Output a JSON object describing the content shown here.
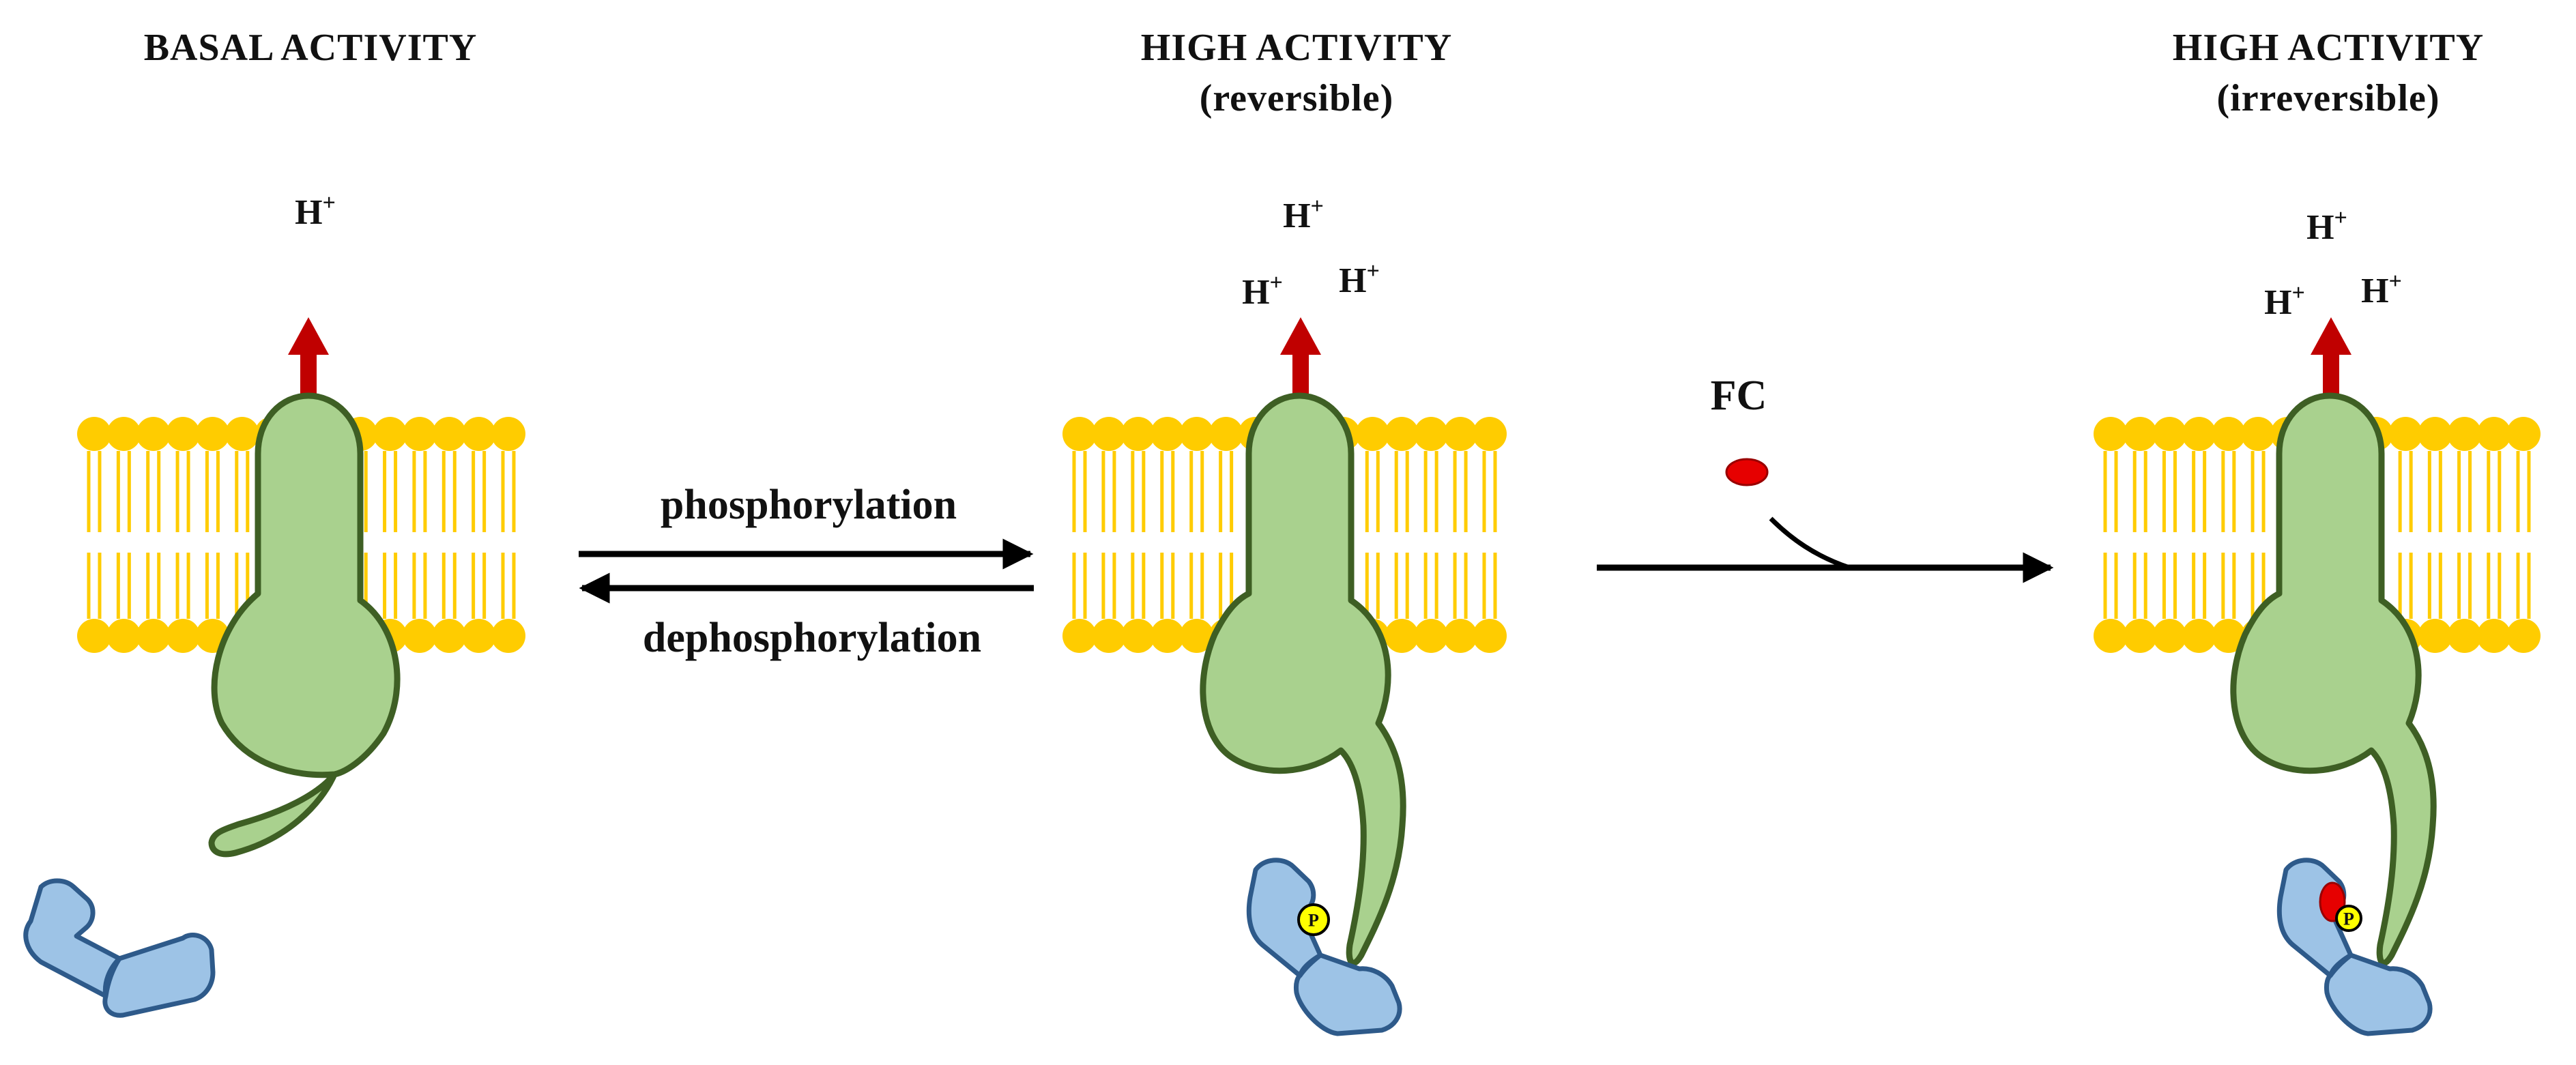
{
  "panels": [
    {
      "id": "basal",
      "title": "BASAL ACTIVITY",
      "subtitle": "",
      "protons": [
        "H+"
      ]
    },
    {
      "id": "reversible",
      "title": "HIGH ACTIVITY",
      "subtitle": "(reversible)",
      "protons": [
        "H+",
        "H+",
        "H+"
      ]
    },
    {
      "id": "irreversible",
      "title": "HIGH ACTIVITY",
      "subtitle": "(irreversible)",
      "protons": [
        "H+",
        "H+",
        "H+"
      ]
    }
  ],
  "proton": {
    "base": "H",
    "charge": "+"
  },
  "transitions": {
    "forward_label": "phosphorylation",
    "reverse_label": "dephosphorylation",
    "ligand_label": "FC"
  },
  "phospho_label": "P",
  "colors": {
    "membrane": "#FFCC00",
    "pump_fill": "#A9D18E",
    "pump_stroke": "#3E5F24",
    "arrow_red": "#C00000",
    "protein_1433_fill": "#9DC3E6",
    "protein_1433_stroke": "#2E5A8A",
    "ligand": "#E60000",
    "phospho": "#FFFF00"
  }
}
